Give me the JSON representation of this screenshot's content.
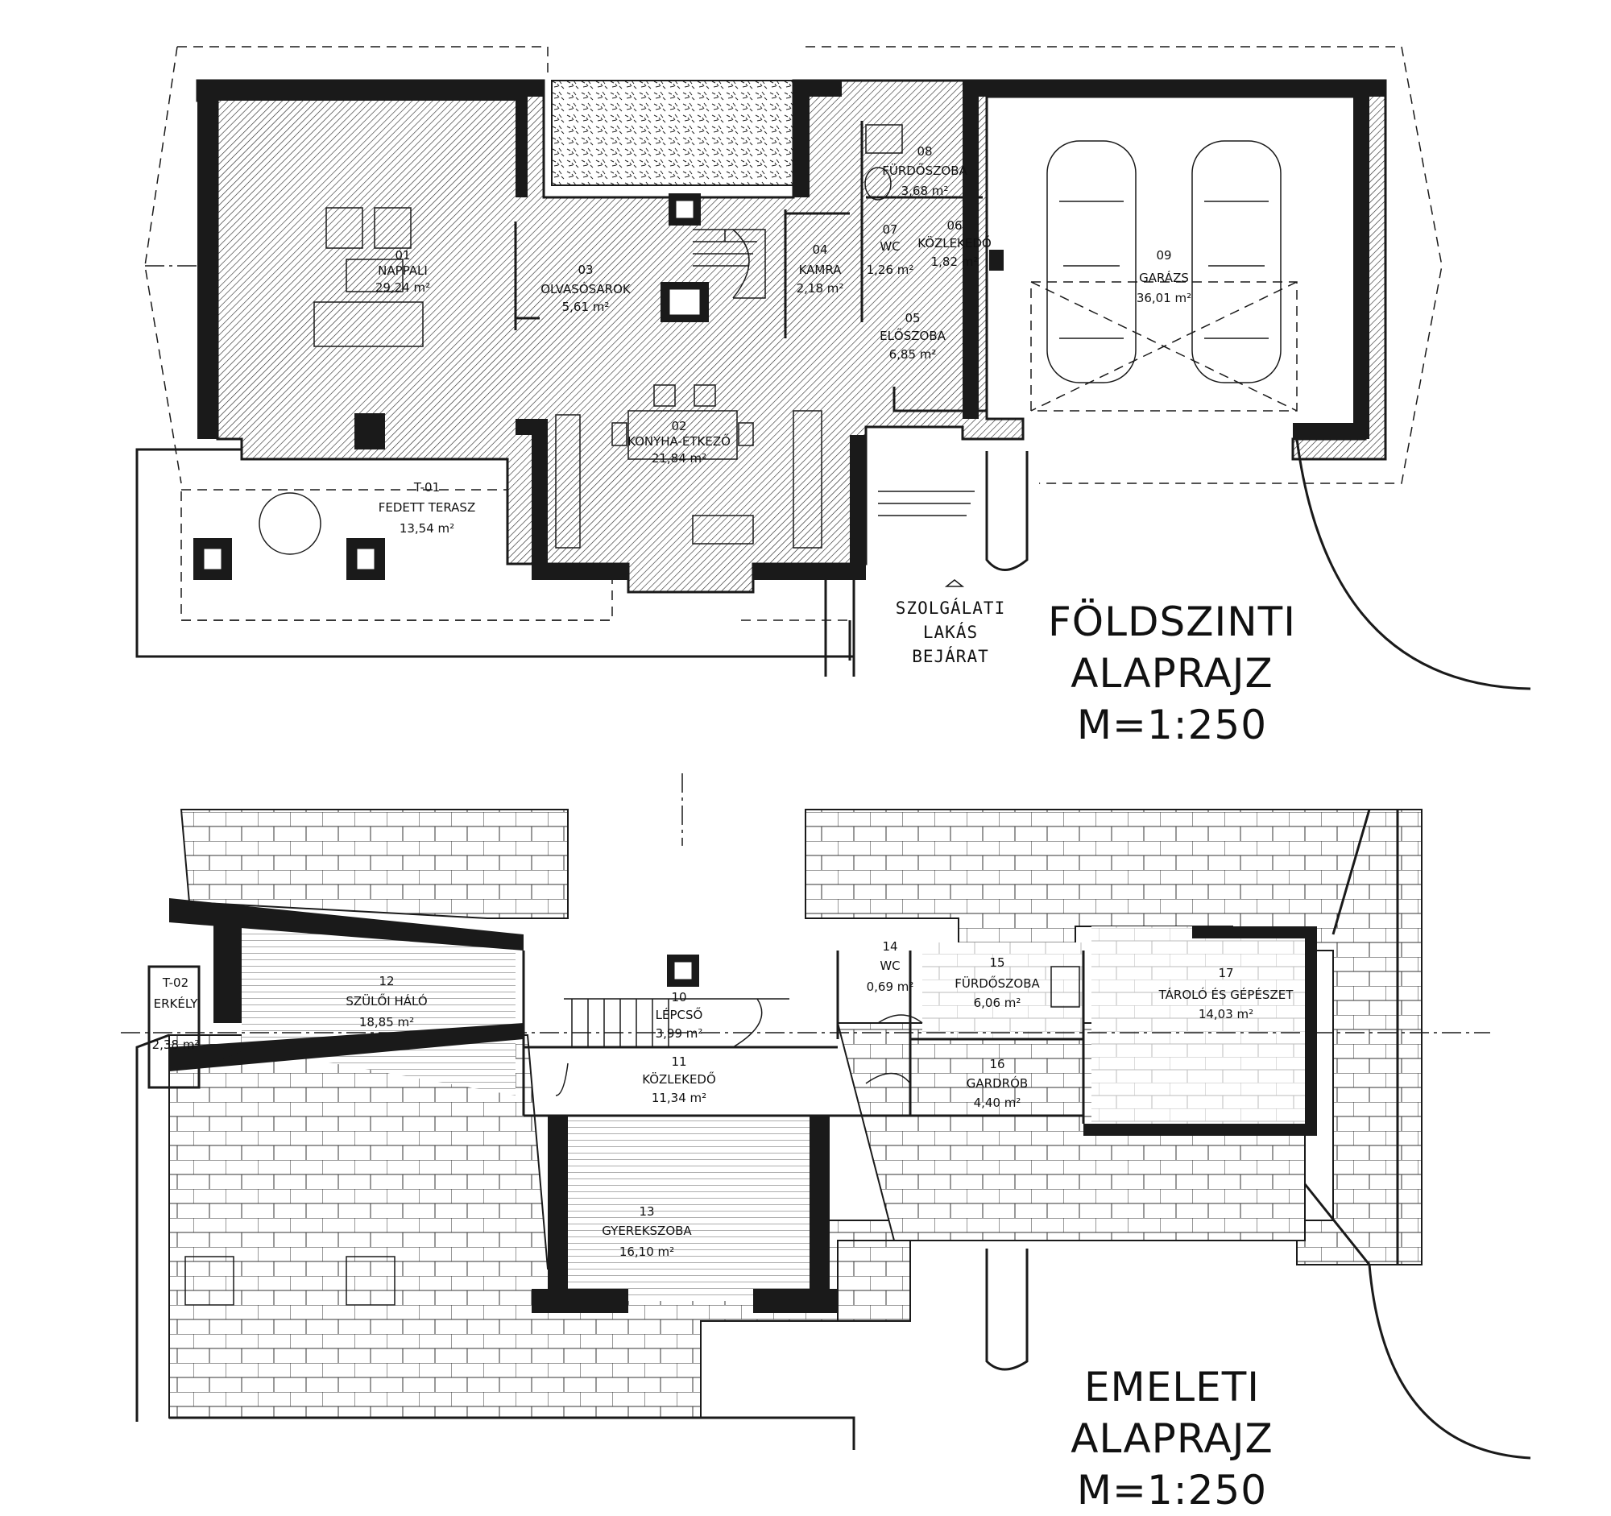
{
  "ground_floor": {
    "title_line1": "FÖLDSZINTI",
    "title_line2": "ALAPRAJZ M=1:250",
    "entrance_label_line1": "SZOLGÁLATI LAKÁS",
    "entrance_label_line2": "BEJÁRAT",
    "rooms": [
      {
        "id": "01",
        "name": "NAPPALI",
        "area": "29,24 m²"
      },
      {
        "id": "02",
        "name": "KONYHA-ÉTKEZŐ",
        "area": "21,84 m²"
      },
      {
        "id": "03",
        "name": "OLVASÓSAROK",
        "area": "5,61 m²"
      },
      {
        "id": "04",
        "name": "KAMRA",
        "area": "2,18 m²"
      },
      {
        "id": "05",
        "name": "ELŐSZOBA",
        "area": "6,85 m²"
      },
      {
        "id": "06",
        "name": "KÖZLEKEDŐ",
        "area": "1,82 m²"
      },
      {
        "id": "07",
        "name": "WC",
        "area": "1,26 m²"
      },
      {
        "id": "08",
        "name": "FÜRDŐSZOBA",
        "area": "3,68 m²"
      },
      {
        "id": "09",
        "name": "GARÁZS",
        "area": "36,01 m²"
      },
      {
        "id": "T-01",
        "name": "FEDETT TERASZ",
        "area": "13,54 m²"
      }
    ]
  },
  "upper_floor": {
    "title_line1": "EMELETI",
    "title_line2": "ALAPRAJZ M=1:250",
    "rooms": [
      {
        "id": "10",
        "name": "LÉPCSŐ",
        "area": "3,99 m²"
      },
      {
        "id": "11",
        "name": "KÖZLEKEDŐ",
        "area": "11,34 m²"
      },
      {
        "id": "12",
        "name": "SZÜLŐI HÁLÓ",
        "area": "18,85 m²"
      },
      {
        "id": "13",
        "name": "GYEREKSZOBA",
        "area": "16,10 m²"
      },
      {
        "id": "14",
        "name": "WC",
        "area": "0,69 m²"
      },
      {
        "id": "15",
        "name": "FÜRDŐSZOBA",
        "area": "6,06 m²"
      },
      {
        "id": "16",
        "name": "GARDRÓB",
        "area": "4,40 m²"
      },
      {
        "id": "17",
        "name": "TÁROLÓ ÉS GÉPÉSZET",
        "area": "14,03 m²"
      },
      {
        "id": "T-02",
        "name": "ERKÉLY",
        "area": "2,38 m²"
      }
    ]
  }
}
